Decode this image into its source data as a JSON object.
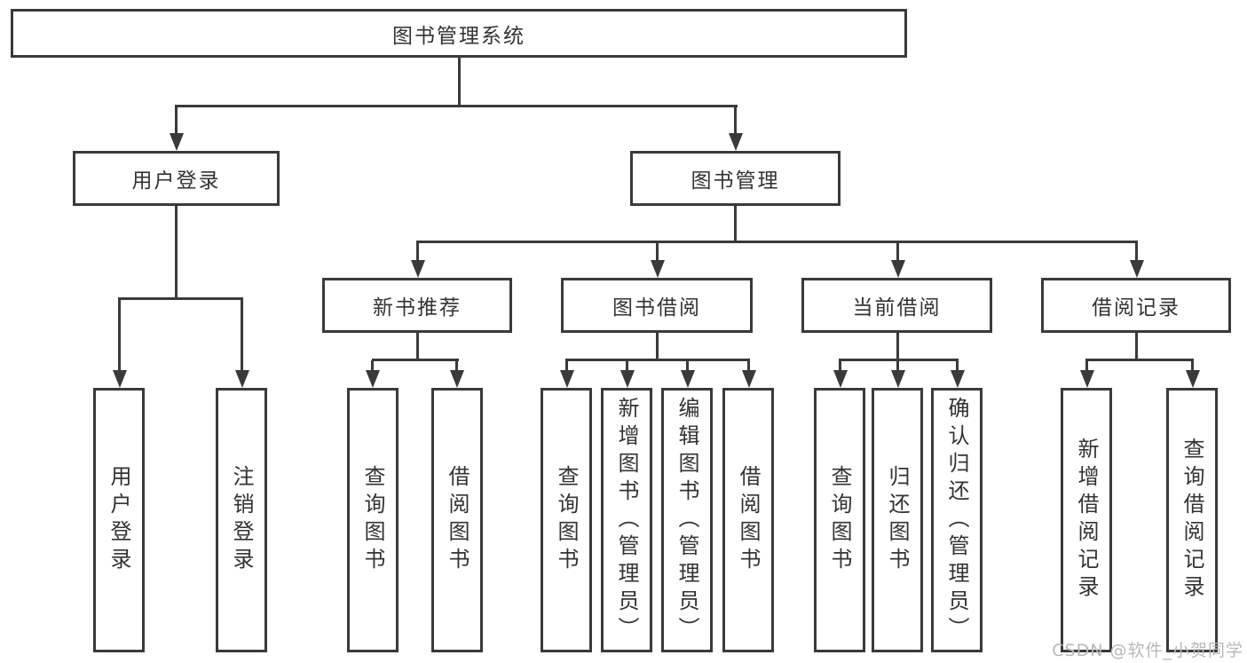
{
  "diagram": {
    "title": "图书管理系统",
    "branches": [
      {
        "label": "用户登录",
        "children": [
          "用户登录",
          "注销登录"
        ]
      },
      {
        "label": "图书管理",
        "sections": [
          {
            "label": "新书推荐",
            "children": [
              "查询图书",
              "借阅图书"
            ]
          },
          {
            "label": "图书借阅",
            "children": [
              "查询图书",
              "新增图书（管理员）",
              "编辑图书（管理员）",
              "借阅图书"
            ]
          },
          {
            "label": "当前借阅",
            "children": [
              "查询图书",
              "归还图书",
              "确认归还（管理员）"
            ]
          },
          {
            "label": "借阅记录",
            "children": [
              "新增借阅记录",
              "查询借阅记录"
            ]
          }
        ]
      }
    ]
  },
  "watermark": "CSDN @软件_小贺同学",
  "colors": {
    "line": "#3a3a3a",
    "text": "#333333",
    "watermark": "#b8b8b8",
    "background": "#ffffff"
  }
}
